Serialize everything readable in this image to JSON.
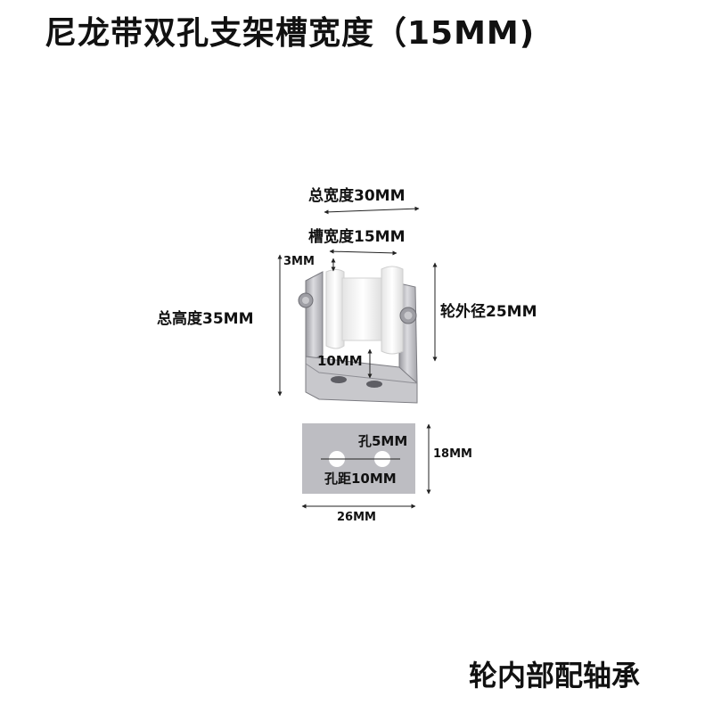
{
  "title": "尼龙带双孔支架槽宽度（15MM)",
  "footer": "轮内部配轴承",
  "dimensions": {
    "total_width": "总宽度30MM",
    "groove_width": "槽宽度15MM",
    "flange": "3MM",
    "total_height": "总高度35MM",
    "wheel_outer_diameter": "轮外径25MM",
    "hole_height": "10MM",
    "hole_diameter": "孔5MM",
    "hole_spacing": "孔距10MM",
    "plate_height": "18MM",
    "plate_width": "26MM"
  },
  "colors": {
    "steel": "#c4c4c8",
    "nylon": "#f6f6f6",
    "plate": "#bdbdc2",
    "dim_line": "#222222"
  }
}
